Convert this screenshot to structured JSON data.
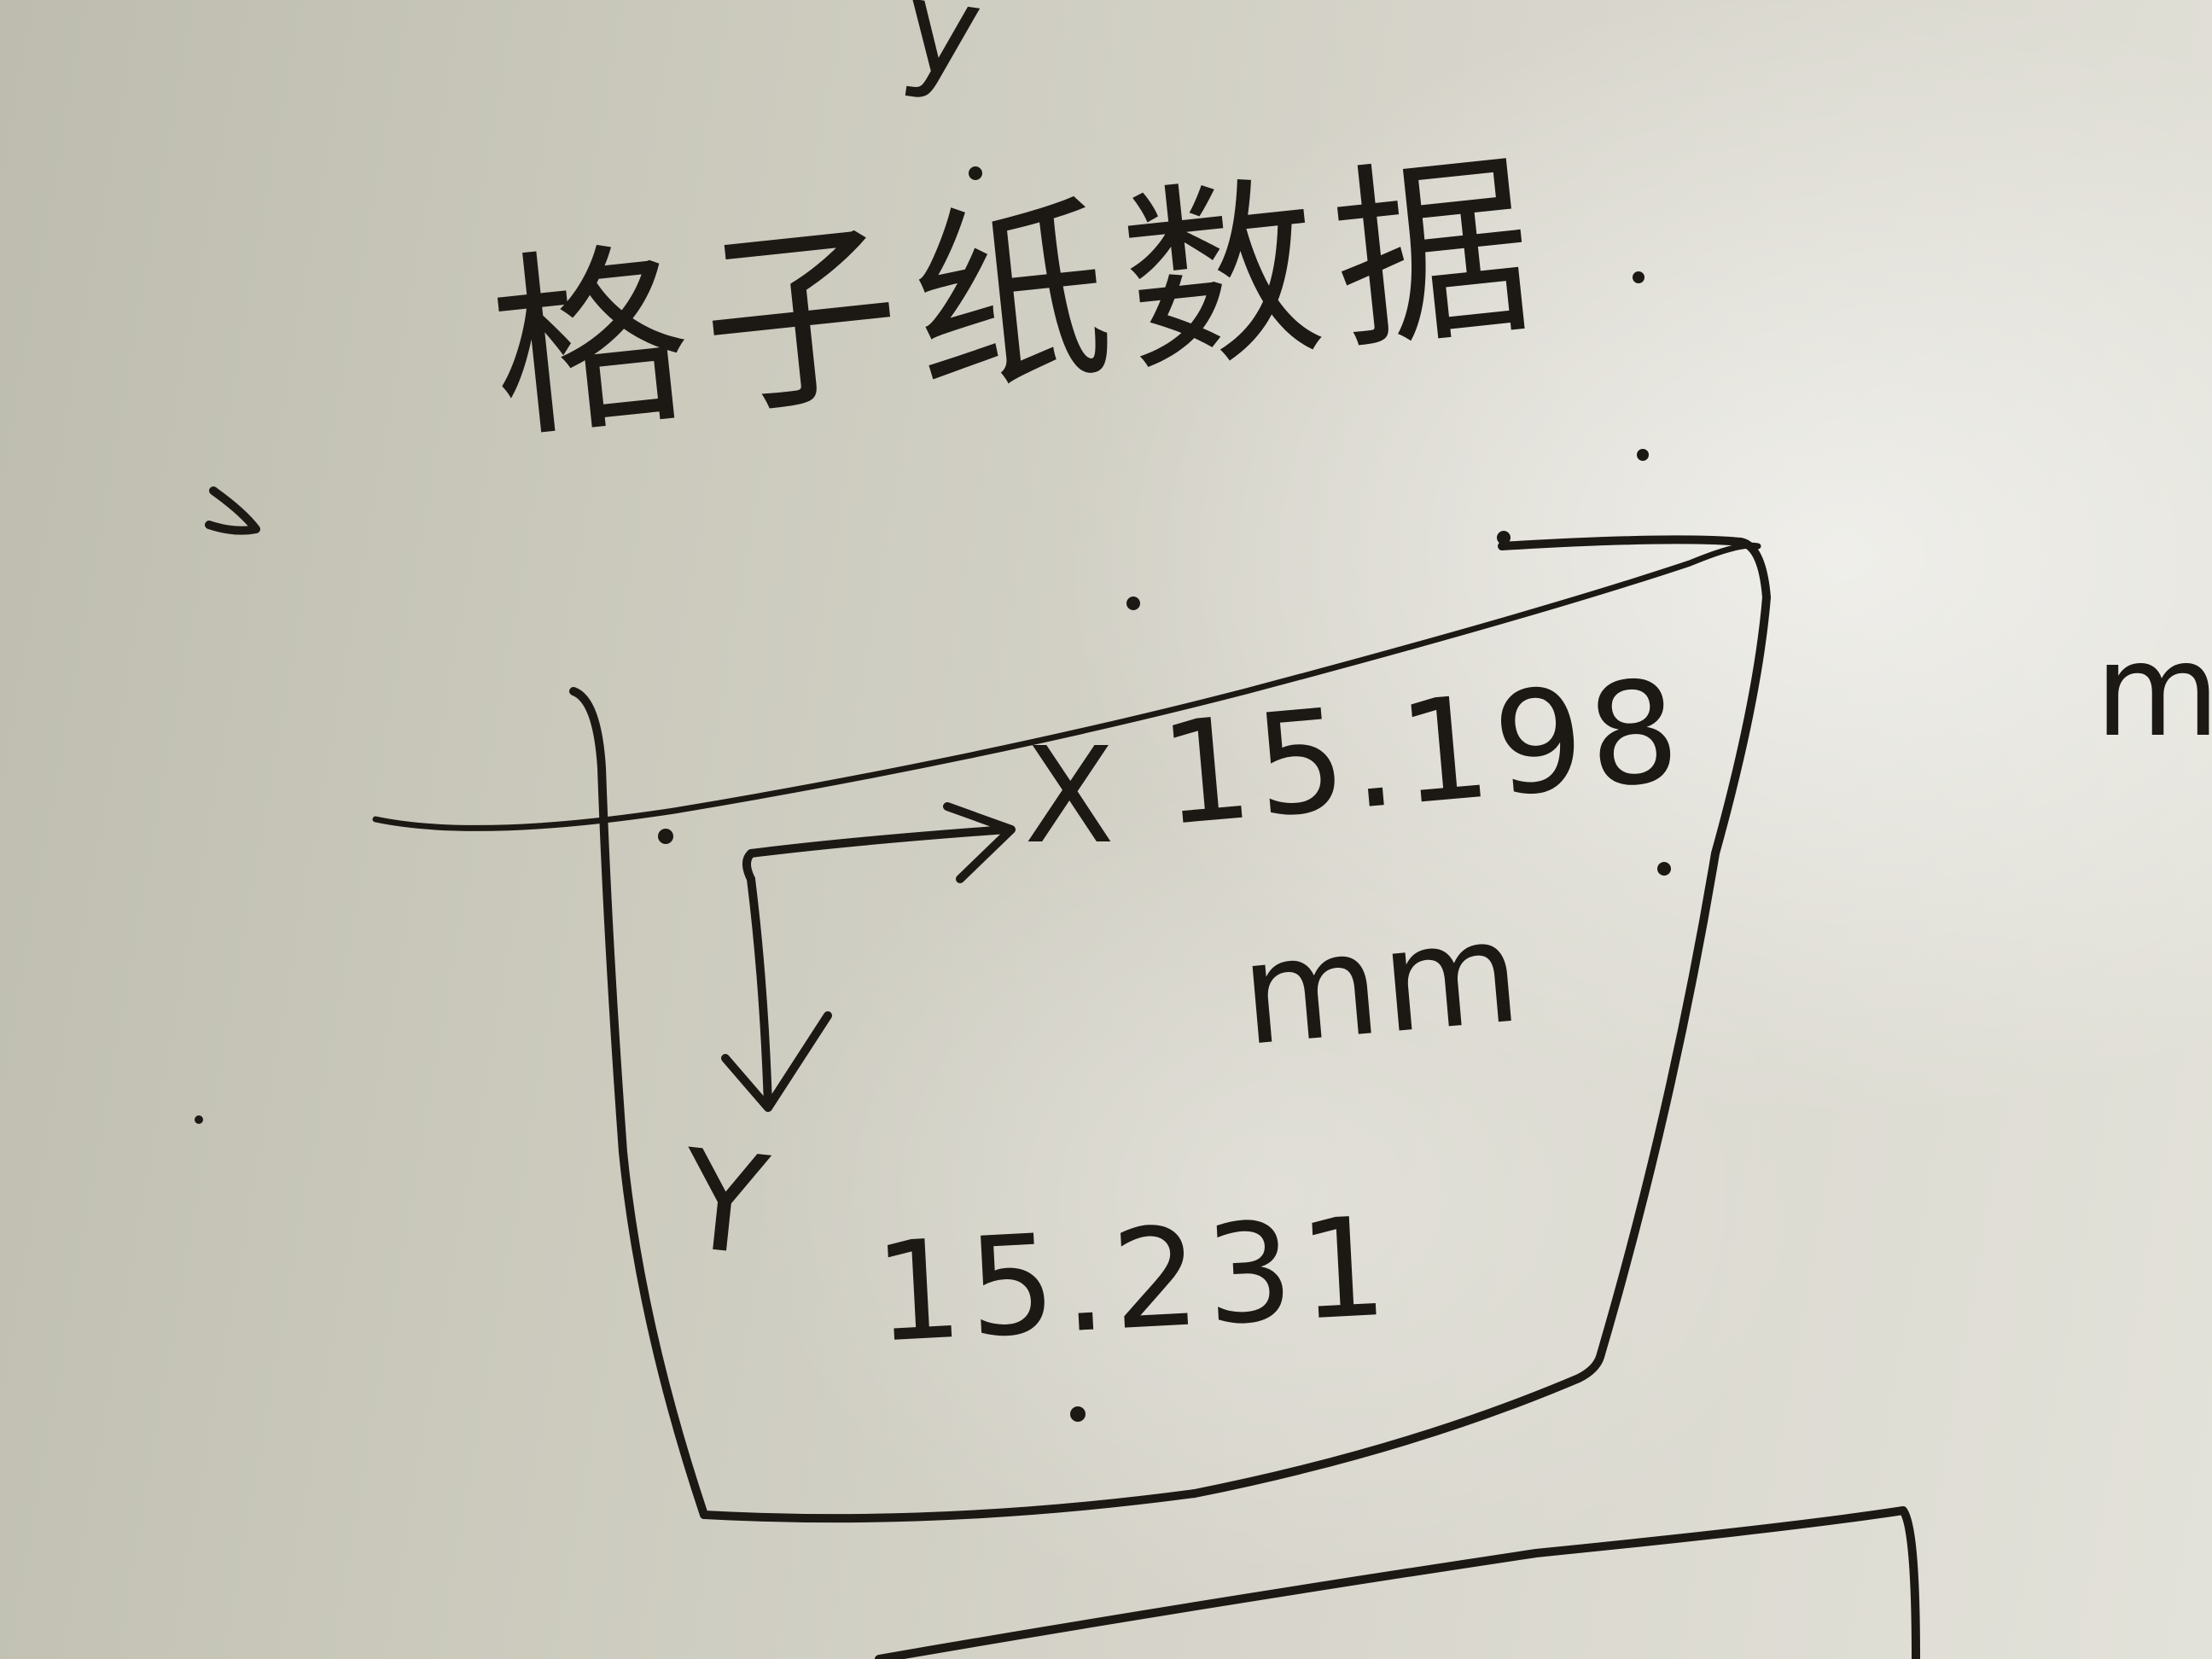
{
  "title": "格子纸数据",
  "top_axis_label": "y",
  "x_axis_label": "X",
  "x_value": "15.198",
  "unit": "mm",
  "y_axis_label": "Y",
  "y_value": "15.231",
  "edge_text": "mr",
  "ink_color": "#1c1915",
  "paper_color": "#d3d1c6"
}
